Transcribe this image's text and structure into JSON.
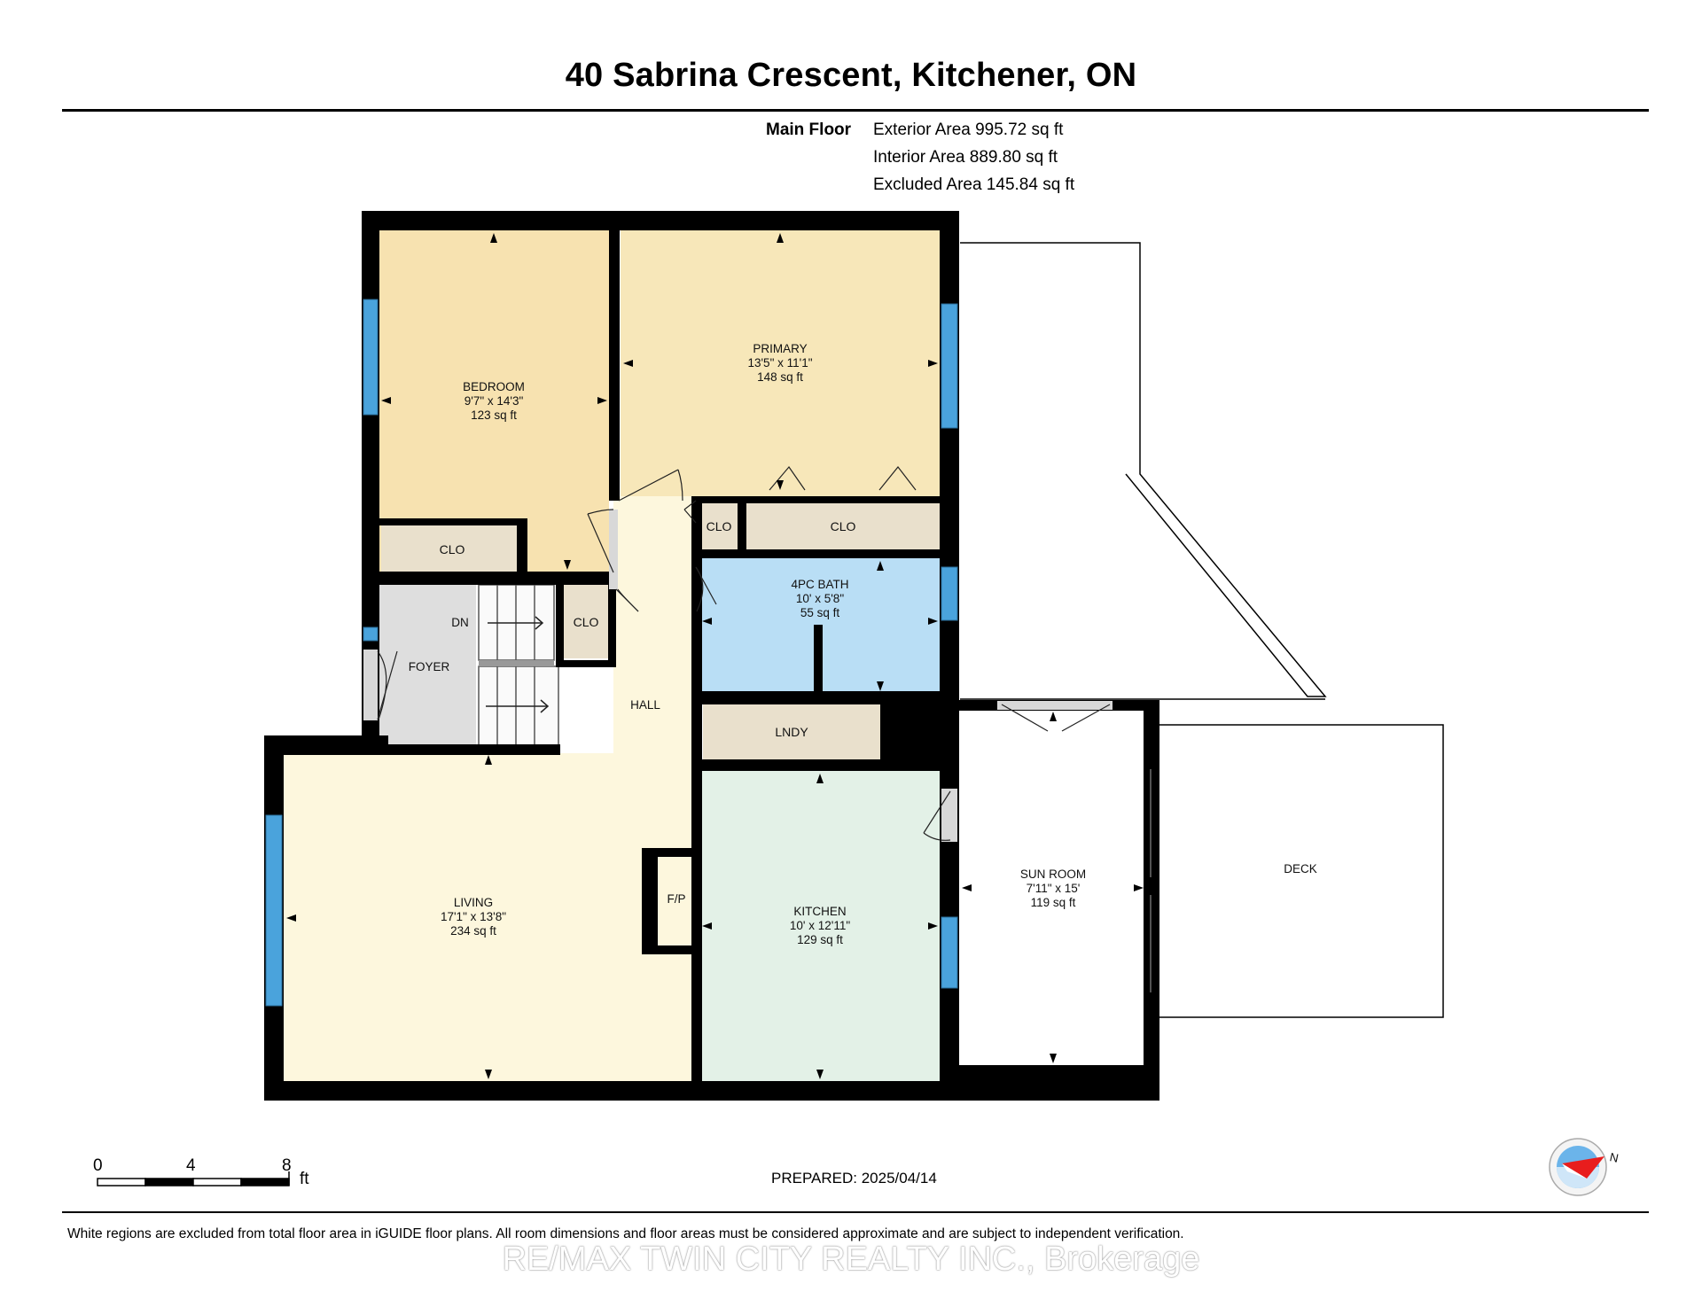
{
  "title": "40 Sabrina Crescent, Kitchener, ON",
  "floor": {
    "name": "Main Floor",
    "areas": [
      "Exterior Area 995.72 sq ft",
      "Interior Area 889.80 sq ft",
      "Excluded Area 145.84 sq ft"
    ]
  },
  "rooms": {
    "bedroom": {
      "name": "BEDROOM",
      "dims": "9'7\" x 14'3\"",
      "area": "123 sq ft"
    },
    "primary": {
      "name": "PRIMARY",
      "dims": "13'5\" x 11'1\"",
      "area": "148 sq ft"
    },
    "bath": {
      "name": "4PC BATH",
      "dims": "10' x 5'8\"",
      "area": "55 sq ft"
    },
    "living": {
      "name": "LIVING",
      "dims": "17'1\" x 13'8\"",
      "area": "234 sq ft"
    },
    "kitchen": {
      "name": "KITCHEN",
      "dims": "10' x 12'11\"",
      "area": "129 sq ft"
    },
    "sunroom": {
      "name": "SUN ROOM",
      "dims": "7'11\" x 15'",
      "area": "119 sq ft"
    }
  },
  "labels": {
    "clo": "CLO",
    "foyer": "FOYER",
    "dn": "DN",
    "hall": "HALL",
    "lndy": "LNDY",
    "fp": "F/P",
    "deck": "DECK"
  },
  "scale": {
    "ticks": [
      "0",
      "4",
      "8"
    ],
    "unit": "ft"
  },
  "compass": {
    "label": "N"
  },
  "prepared": "PREPARED: 2025/04/14",
  "disclaimer": "White regions are excluded from total floor area in iGUIDE floor plans. All room dimensions and floor areas must be considered approximate and are subject to independent verification.",
  "watermark": "RE/MAX TWIN CITY REALTY INC., Brokerage",
  "colors": {
    "wall": "#000000",
    "bedroom": "#f7e2b0",
    "primary": "#f7e7b9",
    "bath": "#b9def5",
    "living": "#fdf7dd",
    "kitchen": "#e3f1e7",
    "closet": "#e9e0cc",
    "foyer": "#dedede",
    "window": "#4aa3dc"
  }
}
